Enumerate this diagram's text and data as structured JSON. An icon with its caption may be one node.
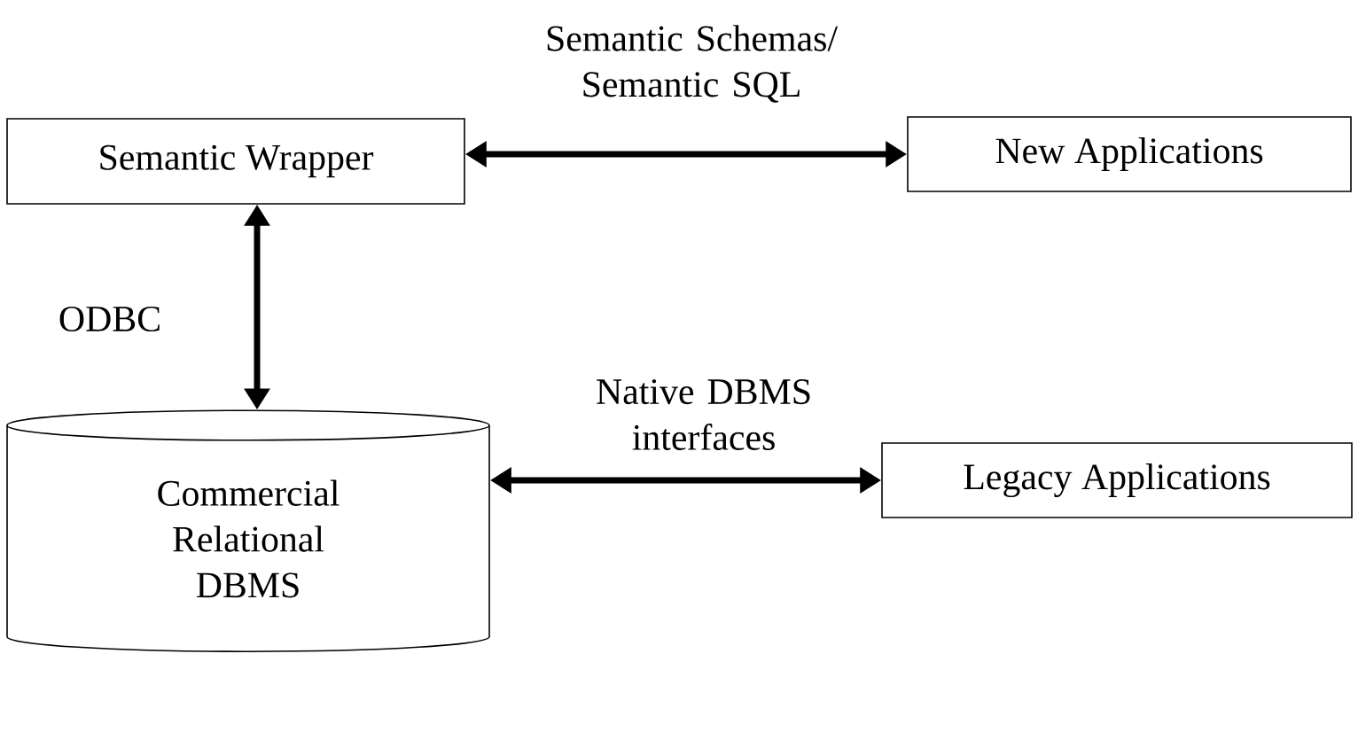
{
  "diagram": {
    "nodes": [
      {
        "text": [
          "Semantic Wrapper"
        ]
      },
      {
        "text": [
          "New Applications"
        ]
      },
      {
        "text": [
          "Commercial Relational DBMS"
        ]
      },
      {
        "text": [
          "Legacy Applications"
        ]
      }
    ],
    "edges": [
      {
        "from": 0,
        "to": 1,
        "arrow": "both",
        "label": "Semantic Schemas/ Semantic SQL"
      },
      {
        "from": 0,
        "to": 2,
        "arrow": "both",
        "label": "ODBC"
      },
      {
        "from": 2,
        "to": 3,
        "arrow": "both",
        "label": "Native DBMS interfaces"
      }
    ]
  }
}
